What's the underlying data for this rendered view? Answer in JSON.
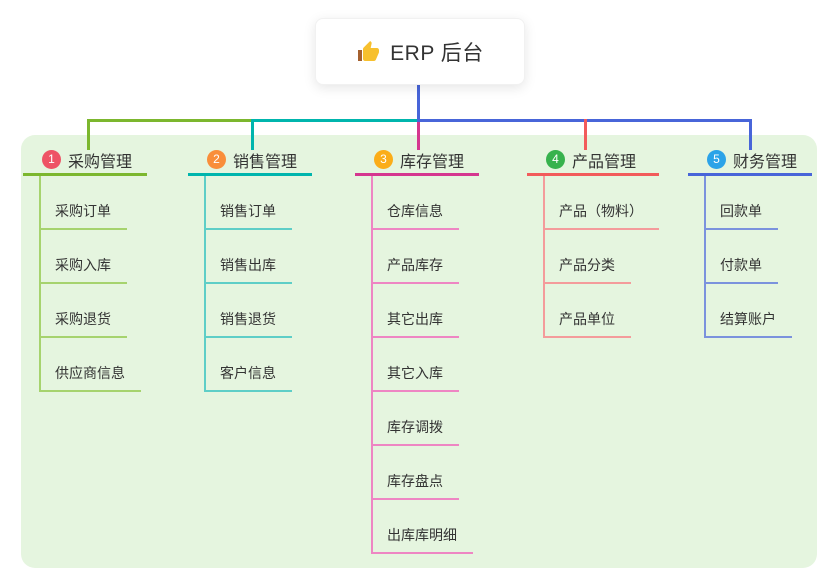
{
  "root": {
    "title": "ERP 后台",
    "icon": "thumbs-up-icon"
  },
  "colors": {
    "page_bg": "#ffffff",
    "panel_bg": "#e5f5df",
    "root_line": "#4865d9",
    "text": "#333333",
    "card_bg": "#ffffff",
    "thumb_gold": "#f7c02e",
    "thumb_sleeve": "#a4602f"
  },
  "branches": [
    {
      "badge": "1",
      "label": "采购管理",
      "badge_color": "#ee5365",
      "line_color": "#7cb72e",
      "child_line_color": "#a6d36e",
      "children": [
        "采购订单",
        "采购入库",
        "采购退货",
        "供应商信息"
      ]
    },
    {
      "badge": "2",
      "label": "销售管理",
      "badge_color": "#f98e3a",
      "line_color": "#00b5ad",
      "child_line_color": "#5ecec7",
      "children": [
        "销售订单",
        "销售出库",
        "销售退货",
        "客户信息"
      ]
    },
    {
      "badge": "3",
      "label": "库存管理",
      "badge_color": "#fbad18",
      "line_color": "#d5368f",
      "child_line_color": "#ee86c3",
      "children": [
        "仓库信息",
        "产品库存",
        "其它出库",
        "其它入库",
        "库存调拨",
        "库存盘点",
        "出库库明细"
      ]
    },
    {
      "badge": "4",
      "label": "产品管理",
      "badge_color": "#37b24d",
      "line_color": "#f25b5b",
      "child_line_color": "#f49b9b",
      "children": [
        "产品（物料）",
        "产品分类",
        "产品单位"
      ]
    },
    {
      "badge": "5",
      "label": "财务管理",
      "badge_color": "#2ba3e8",
      "line_color": "#4865d9",
      "child_line_color": "#7b92dd",
      "children": [
        "回款单",
        "付款单",
        "结算账户"
      ]
    }
  ]
}
